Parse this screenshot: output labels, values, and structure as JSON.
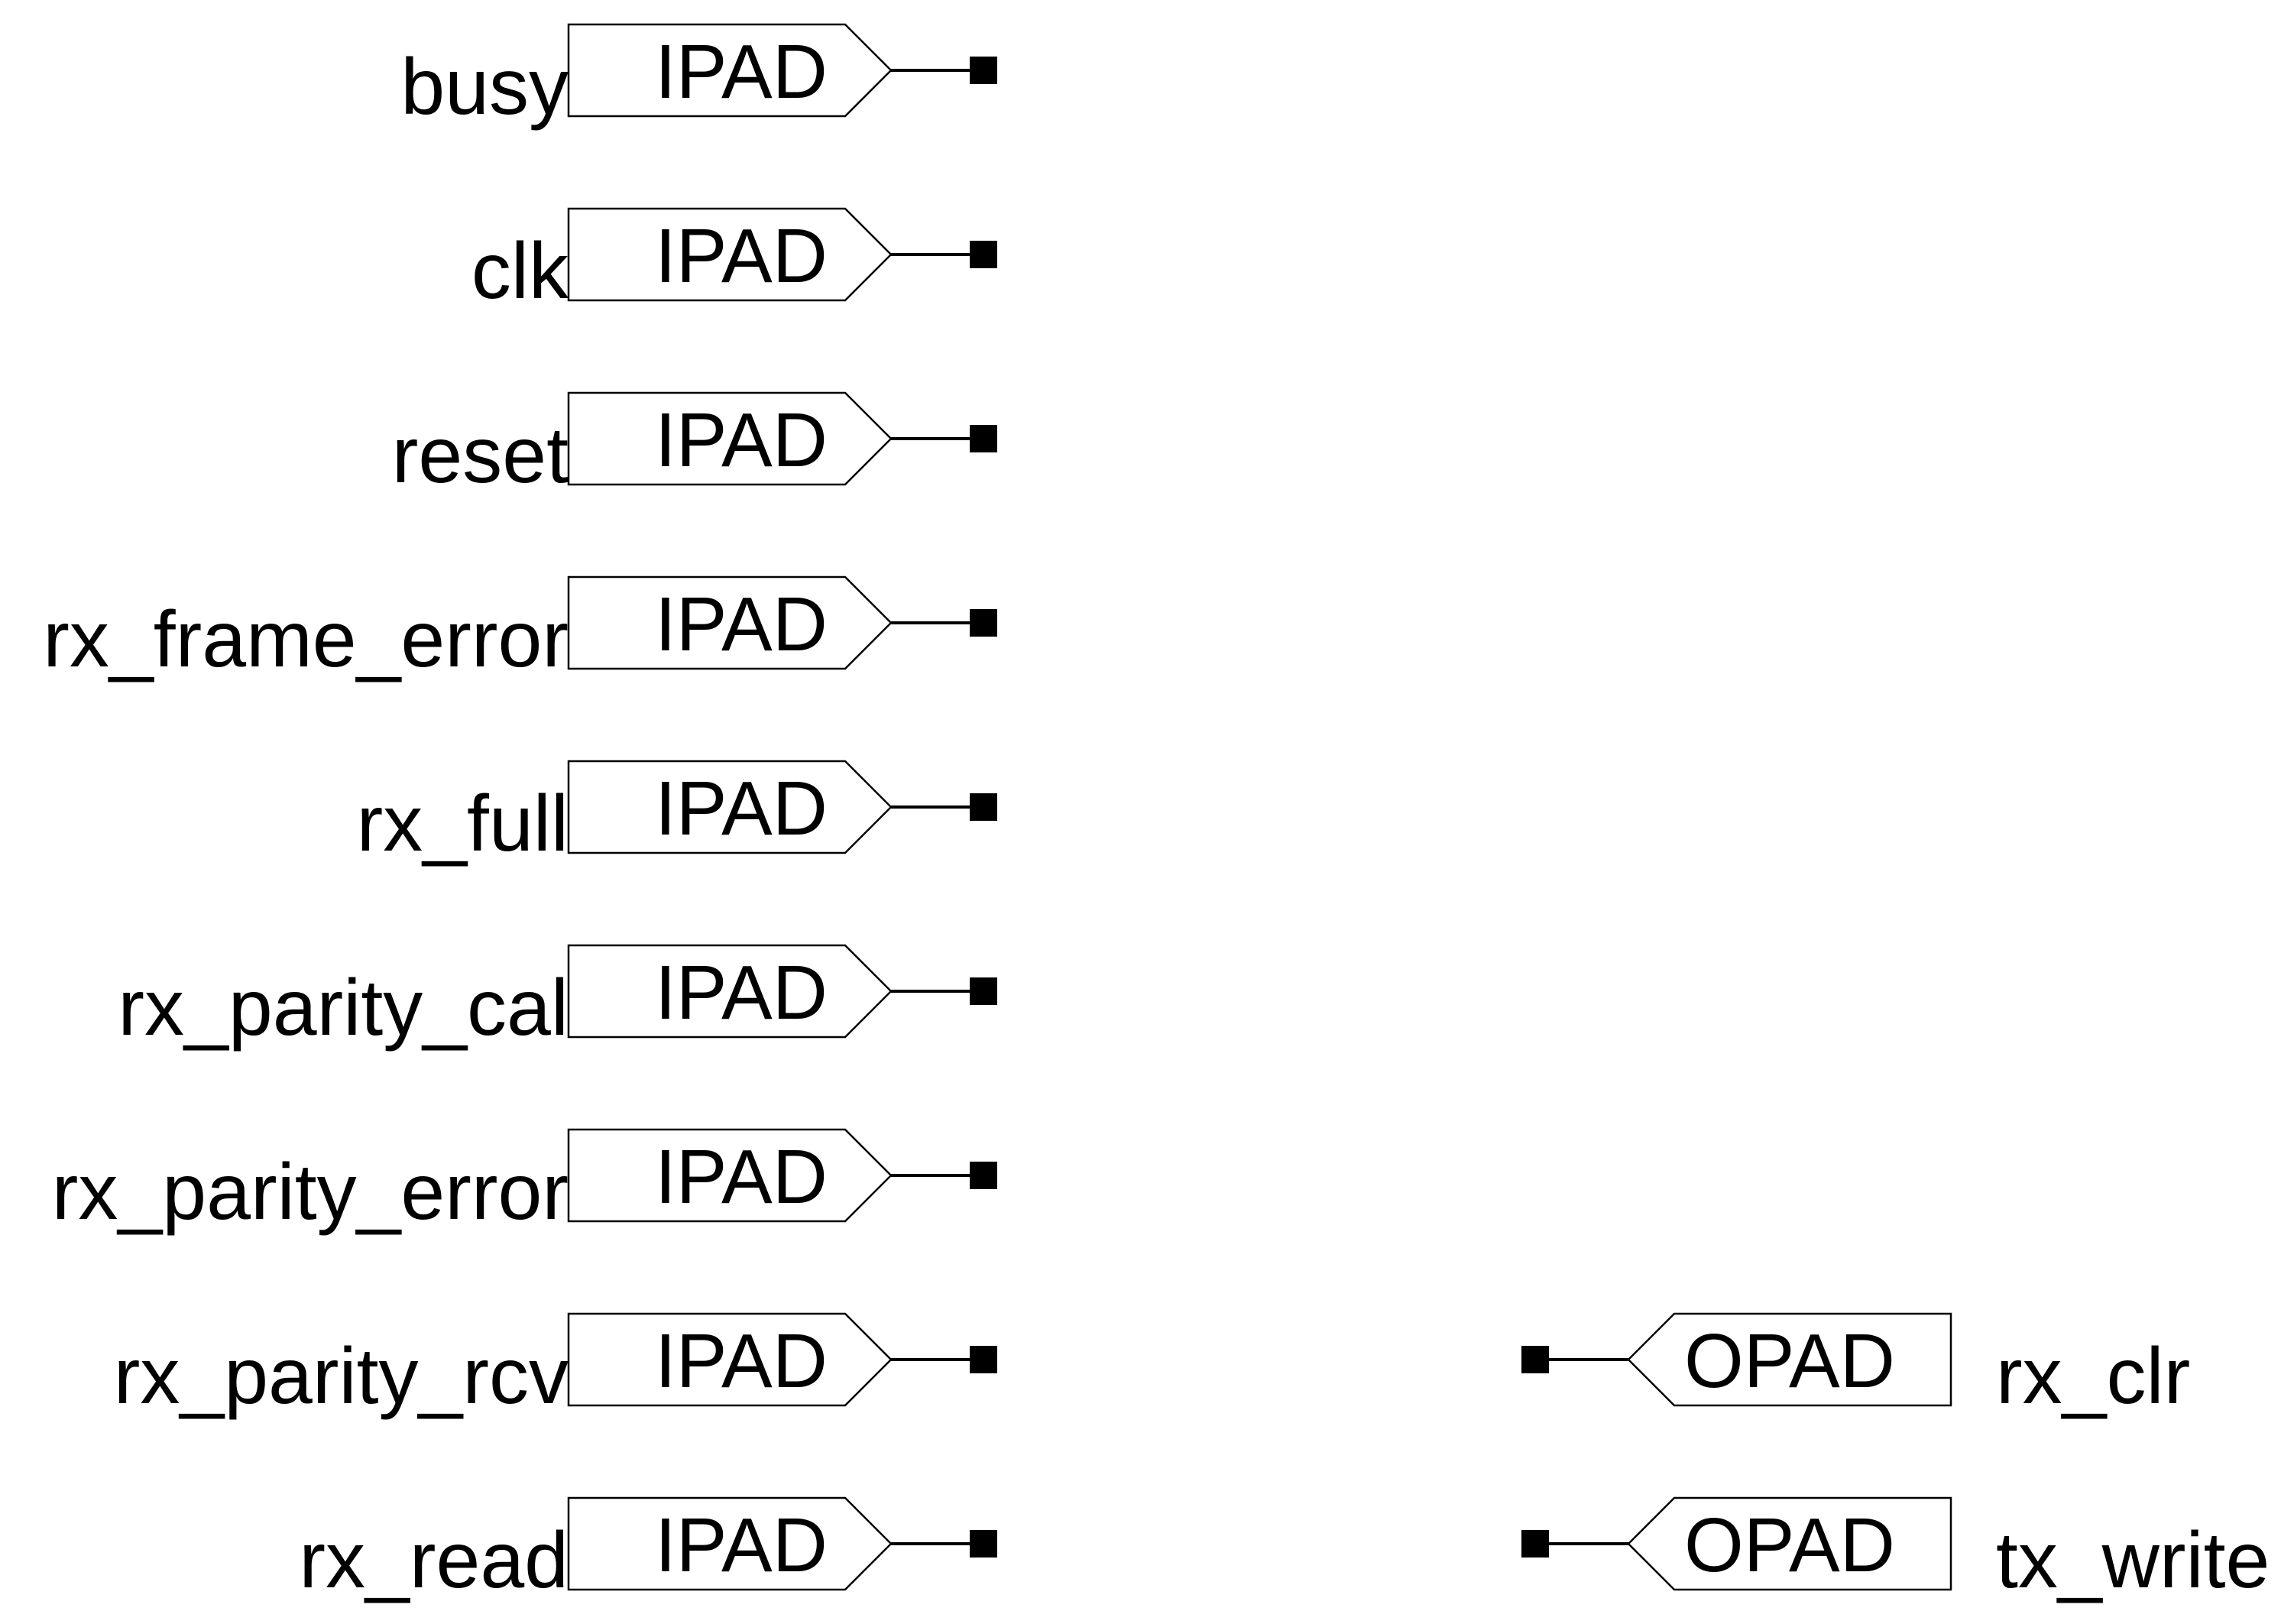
{
  "input_pads": [
    {
      "net": "busy",
      "pad_label": "IPAD"
    },
    {
      "net": "clk",
      "pad_label": "IPAD"
    },
    {
      "net": "reset",
      "pad_label": "IPAD"
    },
    {
      "net": "rx_frame_error",
      "pad_label": "IPAD"
    },
    {
      "net": "rx_full",
      "pad_label": "IPAD"
    },
    {
      "net": "rx_parity_cal",
      "pad_label": "IPAD"
    },
    {
      "net": "rx_parity_error",
      "pad_label": "IPAD"
    },
    {
      "net": "rx_parity_rcv",
      "pad_label": "IPAD"
    },
    {
      "net": "rx_read",
      "pad_label": "IPAD"
    }
  ],
  "output_pads": [
    {
      "net": "rx_clr",
      "pad_label": "OPAD"
    },
    {
      "net": "tx_write",
      "pad_label": "OPAD"
    }
  ]
}
